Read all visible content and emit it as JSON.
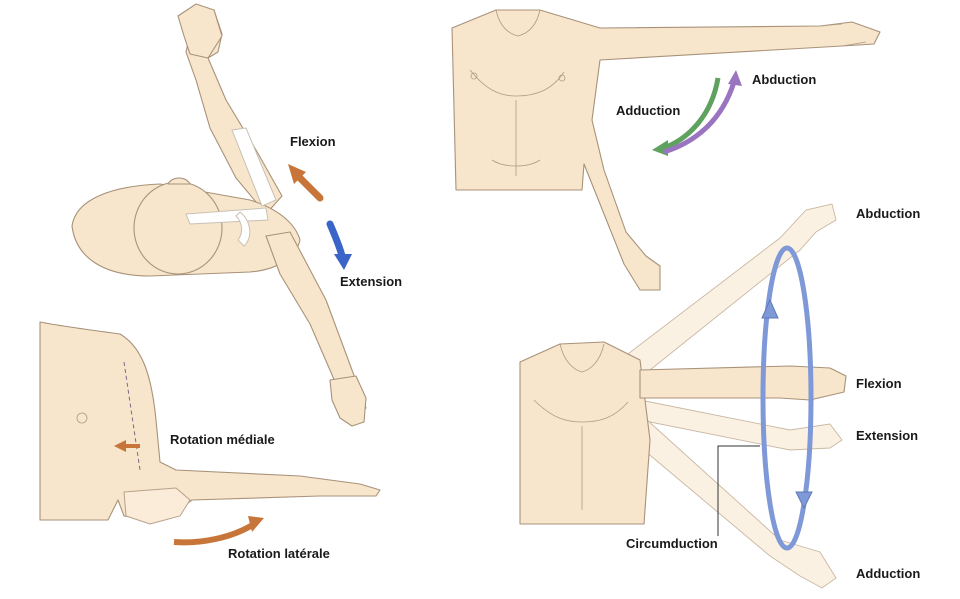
{
  "labels": {
    "flexion_top": "Flexion",
    "extension_top": "Extension",
    "adduction_top": "Adduction",
    "abduction_top": "Abduction",
    "rotation_mediale": "Rotation médiale",
    "rotation_laterale": "Rotation latérale",
    "abduction_right": "Abduction",
    "flexion_right": "Flexion",
    "extension_right": "Extension",
    "circumduction": "Circumduction",
    "adduction_right": "Adduction"
  },
  "arrow_colors": {
    "flexion": "#c8753a",
    "extension": "#3a64c8",
    "adduction": "#5fa15f",
    "abduction": "#9a74c0",
    "rotation": "#c8753a",
    "circumduction": "#7f98d8"
  },
  "skin_color": "#f7e6cc"
}
